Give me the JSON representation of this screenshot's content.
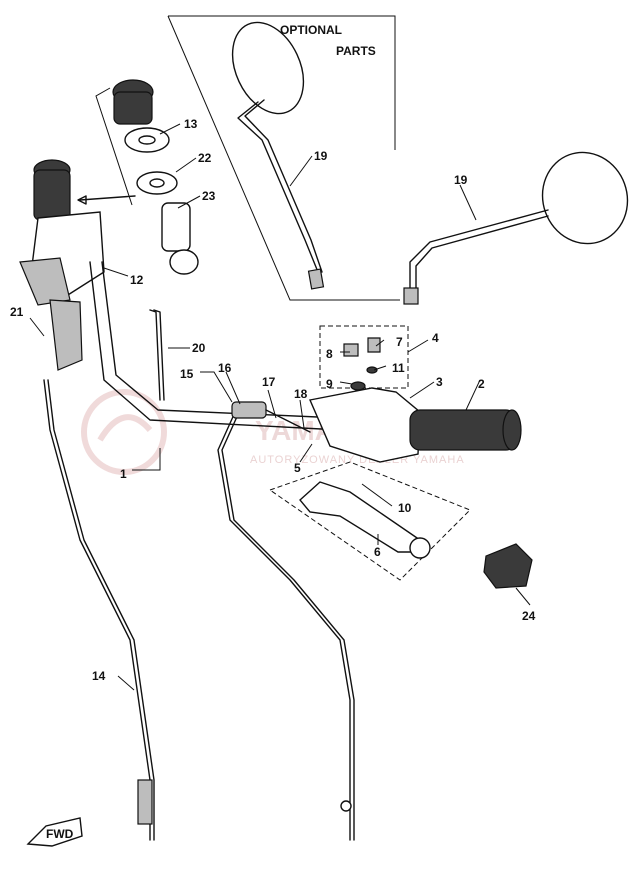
{
  "optional_box": {
    "line1": "OPTIONAL",
    "line2": "PARTS"
  },
  "watermark": {
    "main": "YAMAPARTS.PL",
    "sub": "AUTORYZOWANY DEALER YAMAHA"
  },
  "fwd_label": "FWD",
  "callouts": [
    "1",
    "2",
    "3",
    "4",
    "5",
    "6",
    "7",
    "8",
    "9",
    "10",
    "11",
    "12",
    "13",
    "14",
    "15",
    "16",
    "17",
    "18",
    "19",
    "19",
    "20",
    "21",
    "22",
    "23",
    "24"
  ]
}
